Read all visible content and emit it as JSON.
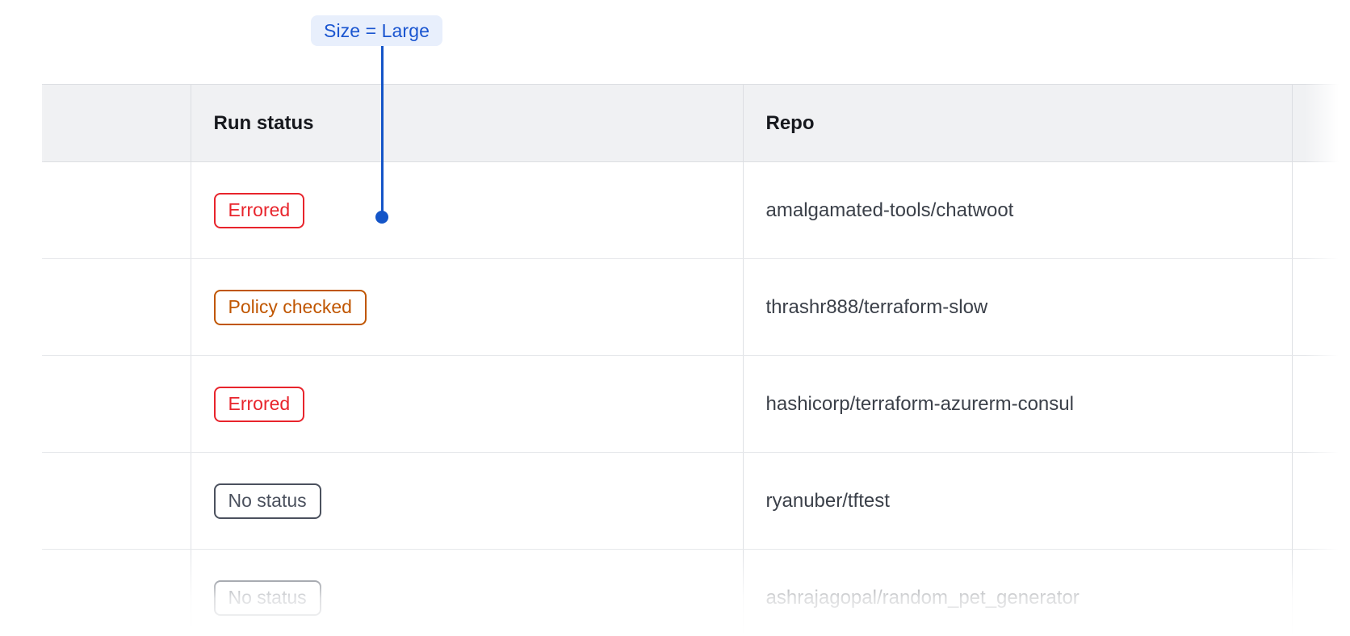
{
  "annotation": {
    "label": "Size = Large",
    "accent_color": "#1455c8",
    "pill_background": "#e8effc",
    "pill_text_color": "#1a55d0"
  },
  "table": {
    "columns": [
      {
        "key": "lead",
        "header": ""
      },
      {
        "key": "spacer",
        "header": ""
      },
      {
        "key": "status",
        "header": "Run status"
      },
      {
        "key": "repo",
        "header": "Repo"
      },
      {
        "key": "tail",
        "header": ""
      }
    ],
    "header_background": "#f0f1f3",
    "border_color": "#dcdee2",
    "rows": [
      {
        "status": "Errored",
        "status_variant": "errored",
        "status_color": "#e8242c",
        "repo": "amalgamated-tools/chatwoot",
        "faded": false
      },
      {
        "status": "Policy checked",
        "status_variant": "policy-checked",
        "status_color": "#c05600",
        "repo": "thrashr888/terraform-slow",
        "faded": false
      },
      {
        "status": "Errored",
        "status_variant": "errored",
        "status_color": "#e8242c",
        "repo": "hashicorp/terraform-azurerm-consul",
        "faded": false
      },
      {
        "status": "No status",
        "status_variant": "no-status",
        "status_color": "#4b515e",
        "repo": "ryanuber/tftest",
        "faded": false
      },
      {
        "status": "No status",
        "status_variant": "no-status",
        "status_color": "#4b515e",
        "repo": "ashrajagopal/random_pet_generator",
        "faded": true
      }
    ]
  }
}
